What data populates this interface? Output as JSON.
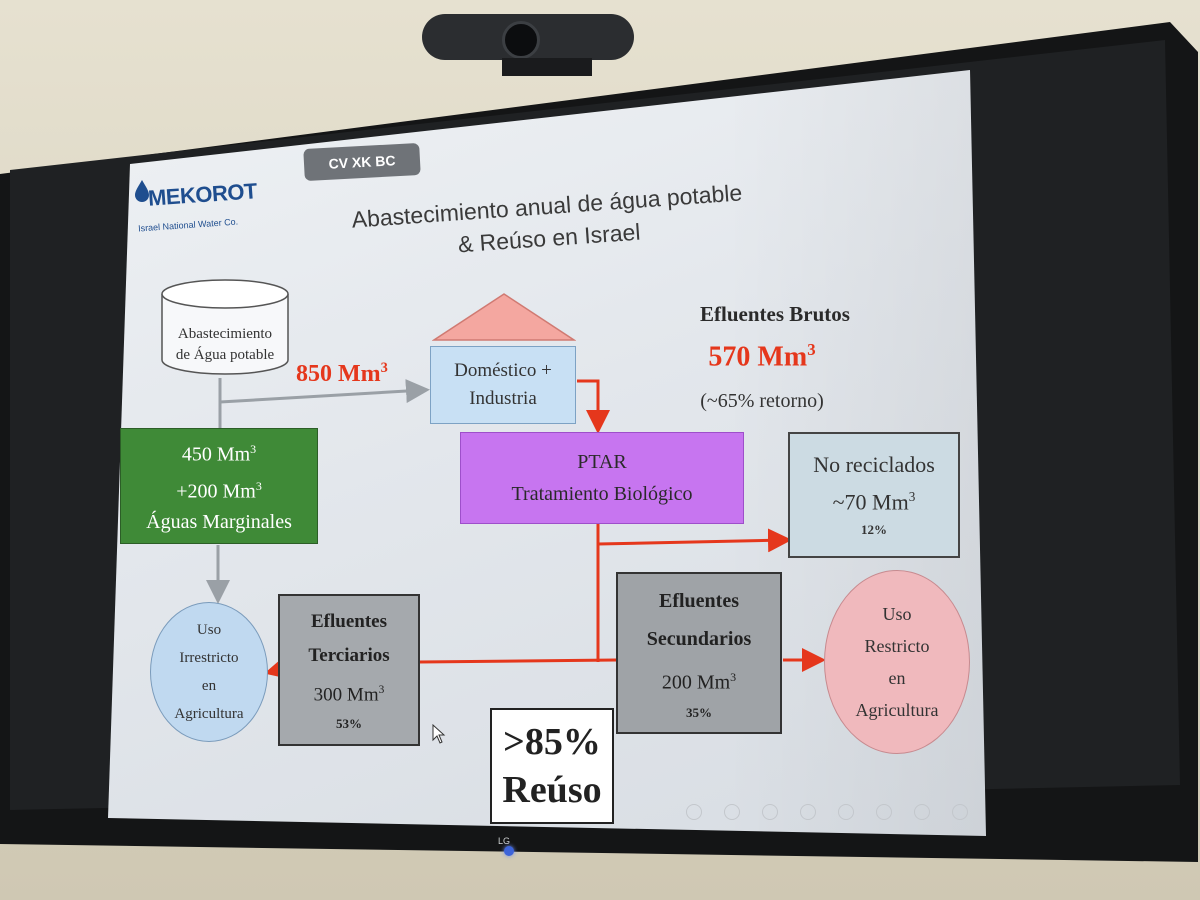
{
  "slide": {
    "badge": "CV XK BC",
    "logo": {
      "name": "MEKOROT",
      "subtitle": "Israel National Water Co."
    },
    "title_line1": "Abastecimiento anual de água potable",
    "title_line2": "& Reúso en Israel",
    "supply": {
      "line1": "Abastecimiento",
      "line2": "de Água potable"
    },
    "flow_850": "850 Mm",
    "domestic": {
      "line1": "Doméstico +",
      "line2": "Industria"
    },
    "efluentes_brutos": {
      "title": "Efluentes Brutos",
      "value": "570 Mm",
      "retorno": "(~65% retorno)"
    },
    "marginal": {
      "line1": "450 Mm",
      "line2": "+200 Mm",
      "line3": "Águas Marginales"
    },
    "ptar": {
      "line1": "PTAR",
      "line2": "Tratamiento Biológico"
    },
    "no_reciclados": {
      "line1": "No reciclados",
      "line2": "~70 Mm",
      "pct": "12%"
    },
    "terciarios": {
      "line1": "Efluentes",
      "line2": "Terciarios",
      "line3": "300 Mm",
      "pct": "53%"
    },
    "secundarios": {
      "line1": "Efluentes",
      "line2": "Secundarios",
      "line3": "200 Mm",
      "pct": "35%"
    },
    "uso_irrestricto": {
      "line1": "Uso",
      "line2": "Irrestricto",
      "line3": "en",
      "line4": "Agricultura"
    },
    "uso_restricto": {
      "line1": "Uso",
      "line2": "Restricto",
      "line3": "en",
      "line4": "Agricultura"
    },
    "reuso": {
      "line1": ">85%",
      "line2": "Reúso"
    },
    "superscript": "3"
  },
  "tv": {
    "brand": "LG"
  },
  "colors": {
    "green_box": "#3f8a37",
    "ptar_box": "#c775f0",
    "red_arrow": "#e5371c",
    "gray_arrow": "#9aa0a6"
  }
}
